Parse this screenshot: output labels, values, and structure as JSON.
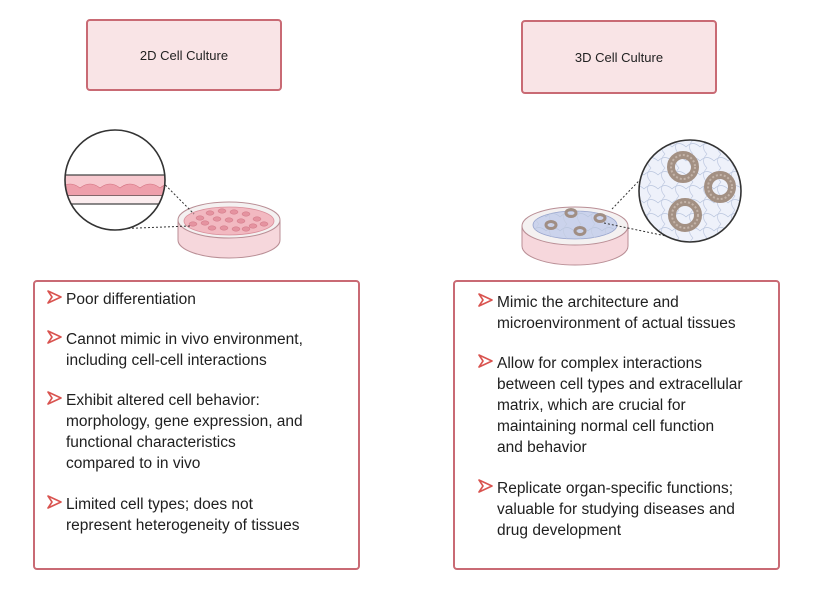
{
  "titles": {
    "left": "2D Cell Culture",
    "right": "3D Cell Culture"
  },
  "left_panel": {
    "items": [
      "Poor differentiation",
      "Cannot mimic in vivo environment,\nincluding cell-cell interactions",
      "Exhibit altered cell behavior:\nmorphology, gene expression, and\nfunctional characteristics\ncompared to in vivo",
      "Limited cell types; does not\nrepresent heterogeneity of tissues"
    ]
  },
  "right_panel": {
    "items": [
      "Mimic the architecture and\nmicroenvironment of actual tissues",
      "Allow for complex interactions\nbetween cell types and extracellular\nmatrix, which are crucial for\nmaintaining normal cell function\nand behavior",
      "Replicate organ-specific functions;\nvaluable for studying diseases and\ndrug development"
    ]
  },
  "colors": {
    "border": "#c96a74",
    "title_fill": "#f9e4e6",
    "arrow": "#d9534f"
  }
}
